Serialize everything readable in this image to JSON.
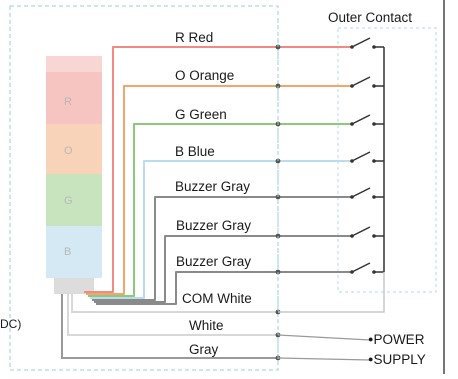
{
  "header": {
    "outer_contact": "Outer Contact"
  },
  "tower": {
    "letters": [
      "R",
      "O",
      "G",
      "B"
    ]
  },
  "wires": [
    {
      "label": "R   Red",
      "color": "#f08b84"
    },
    {
      "label": "O   Orange",
      "color": "#f2a66e"
    },
    {
      "label": "G   Green",
      "color": "#8cc97a"
    },
    {
      "label": "B   Blue",
      "color": "#b9dcef"
    },
    {
      "label": "Buzzer Gray",
      "color": "#8a8a8a"
    },
    {
      "label": "Buzzer  Gray",
      "color": "#8a8a8a"
    },
    {
      "label": "Buzzer Gray",
      "color": "#8a8a8a"
    }
  ],
  "com_white": {
    "label": "COM White",
    "color": "#d8d8d8"
  },
  "white": {
    "label": "White",
    "color": "#d8d8d8"
  },
  "gray": {
    "label": "Gray",
    "color": "#9a9a9a"
  },
  "left_fragment": "DC)",
  "power_supply": {
    "power": "POWER",
    "supply": "SUPPLY"
  }
}
